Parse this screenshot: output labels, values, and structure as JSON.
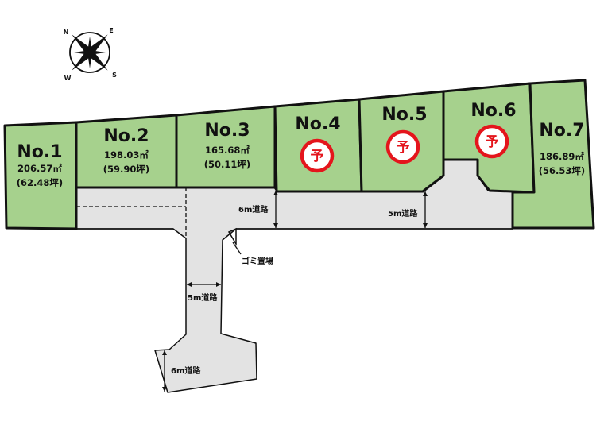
{
  "compass": {
    "north": "N",
    "east": "E",
    "south": "S",
    "west": "W"
  },
  "lots": [
    {
      "no": "No.1",
      "area_m2": "206.57㎡",
      "area_tsubo": "(62.48坪)",
      "reserved": false
    },
    {
      "no": "No.2",
      "area_m2": "198.03㎡",
      "area_tsubo": "(59.90坪)",
      "reserved": false
    },
    {
      "no": "No.3",
      "area_m2": "165.68㎡",
      "area_tsubo": "(50.11坪)",
      "reserved": false
    },
    {
      "no": "No.4",
      "reserved": true
    },
    {
      "no": "No.5",
      "reserved": true
    },
    {
      "no": "No.6",
      "reserved": true
    },
    {
      "no": "No.7",
      "area_m2": "186.89㎡",
      "area_tsubo": "(56.53坪)",
      "reserved": false
    }
  ],
  "reserved_mark": "予",
  "roads": {
    "upper_road_width": "6m道路",
    "right_road_width": "5m道路",
    "center_road_width": "5m道路",
    "lower_road_width": "6m道路",
    "garbage_area": "ゴミ置場"
  },
  "colors": {
    "lot_fill": "#a6d18d",
    "road_fill": "#e3e3e3",
    "reserved_red": "#e4151c"
  }
}
